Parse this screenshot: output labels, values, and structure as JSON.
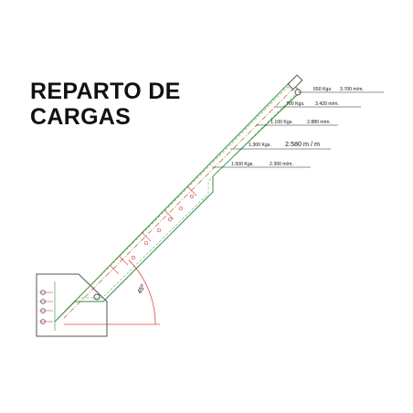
{
  "title": {
    "line1": "REPARTO DE",
    "line2": "CARGAS"
  },
  "angle_label": "45º",
  "load_rows": [
    {
      "load": "650 Kgs.",
      "reach": "3.700 m/m."
    },
    {
      "load": "700 Kgs.",
      "reach": "3.420 m/m."
    },
    {
      "load": "1.100 Kgs.",
      "reach": "2.880 m/m."
    },
    {
      "load": "1.300 Kgs.",
      "reach": "2.580 m / m"
    },
    {
      "load": "1.500 Kgs.",
      "reach": "2.300 m/m."
    }
  ],
  "colors": {
    "boom_outline": "#3c8a3c",
    "boom_dash": "#6fbf6f",
    "center_line": "#d24a4a",
    "base_outline": "#555555",
    "text": "#111111",
    "leader": "#222222"
  }
}
